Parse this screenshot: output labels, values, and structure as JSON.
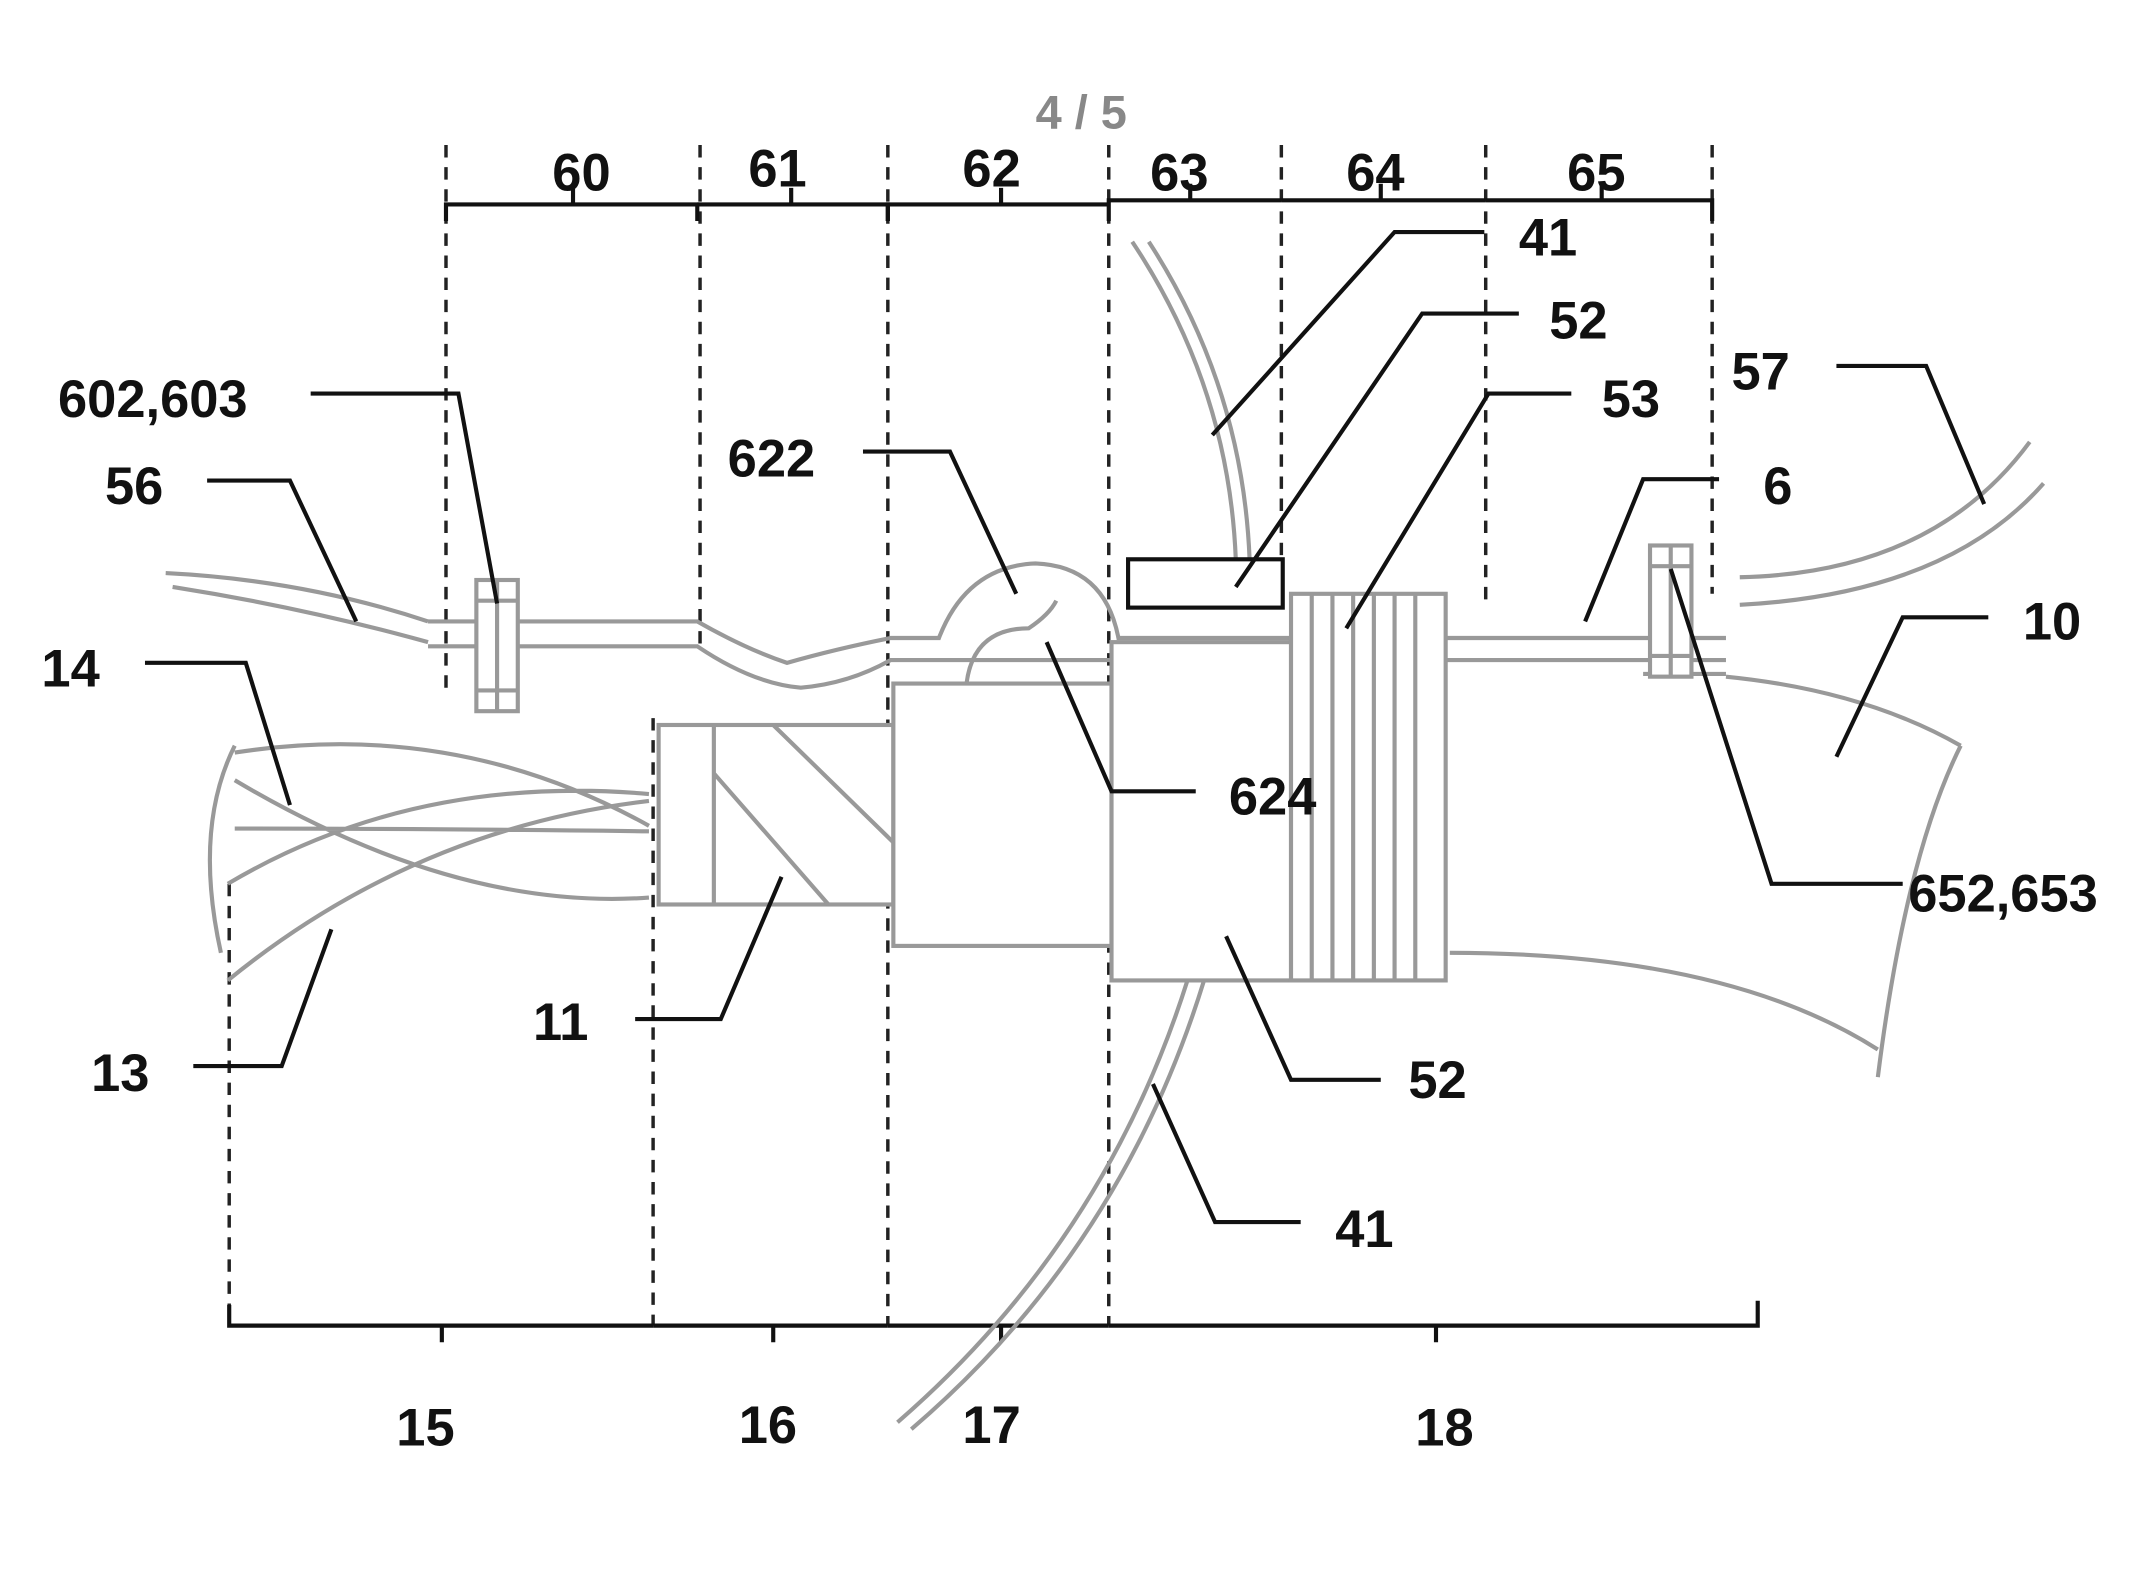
{
  "page_number": "4 / 5",
  "top_sections": [
    "60",
    "61",
    "62",
    "63",
    "64",
    "65"
  ],
  "bottom_sections": [
    "15",
    "16",
    "17",
    "18"
  ],
  "callouts": {
    "c41_top": "41",
    "c52_top": "52",
    "c53": "53",
    "c57": "57",
    "c6": "6",
    "c10": "10",
    "c602": "602,603",
    "c56": "56",
    "c622": "622",
    "c14": "14",
    "c624": "624",
    "c652": "652,653",
    "c11": "11",
    "c13": "13",
    "c52_bottom": "52",
    "c41_bottom": "41"
  }
}
